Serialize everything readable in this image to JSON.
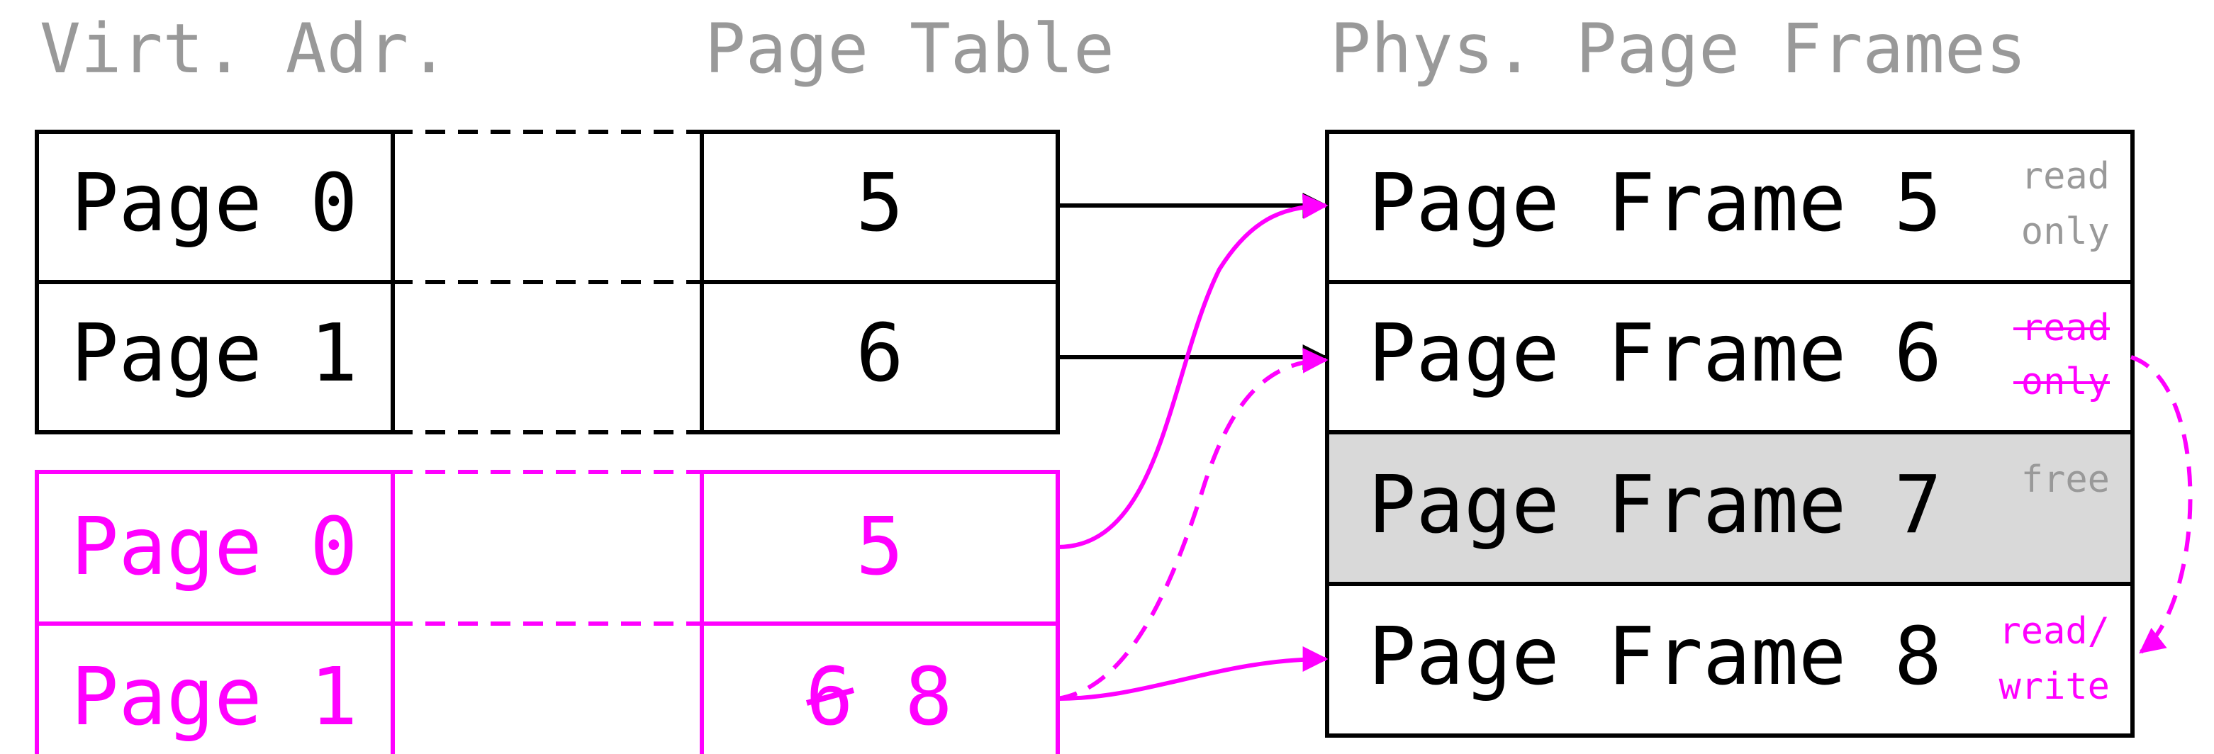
{
  "headers": {
    "virtual": "Virt. Adr.",
    "table": "Page Table",
    "physical": "Phys. Page Frames"
  },
  "process_a": {
    "pages": [
      "Page 0",
      "Page 1"
    ],
    "entries": [
      "5",
      "6"
    ]
  },
  "process_b": {
    "pages": [
      "Page 0",
      "Page 1"
    ],
    "entry0": "5",
    "entry1_old": "6",
    "entry1_new": "8"
  },
  "frames": [
    {
      "label": "Page Frame 5",
      "status": [
        "read",
        "only"
      ]
    },
    {
      "label": "Page Frame 6",
      "status": [
        "read",
        "only"
      ]
    },
    {
      "label": "Page Frame 7",
      "status": [
        "free"
      ]
    },
    {
      "label": "Page Frame 8",
      "status": [
        "read/",
        "write"
      ]
    }
  ],
  "colors": {
    "black": "#000000",
    "magenta": "#ff00ff",
    "gray_text": "#999999",
    "free_fill": "#d9d9d9"
  }
}
